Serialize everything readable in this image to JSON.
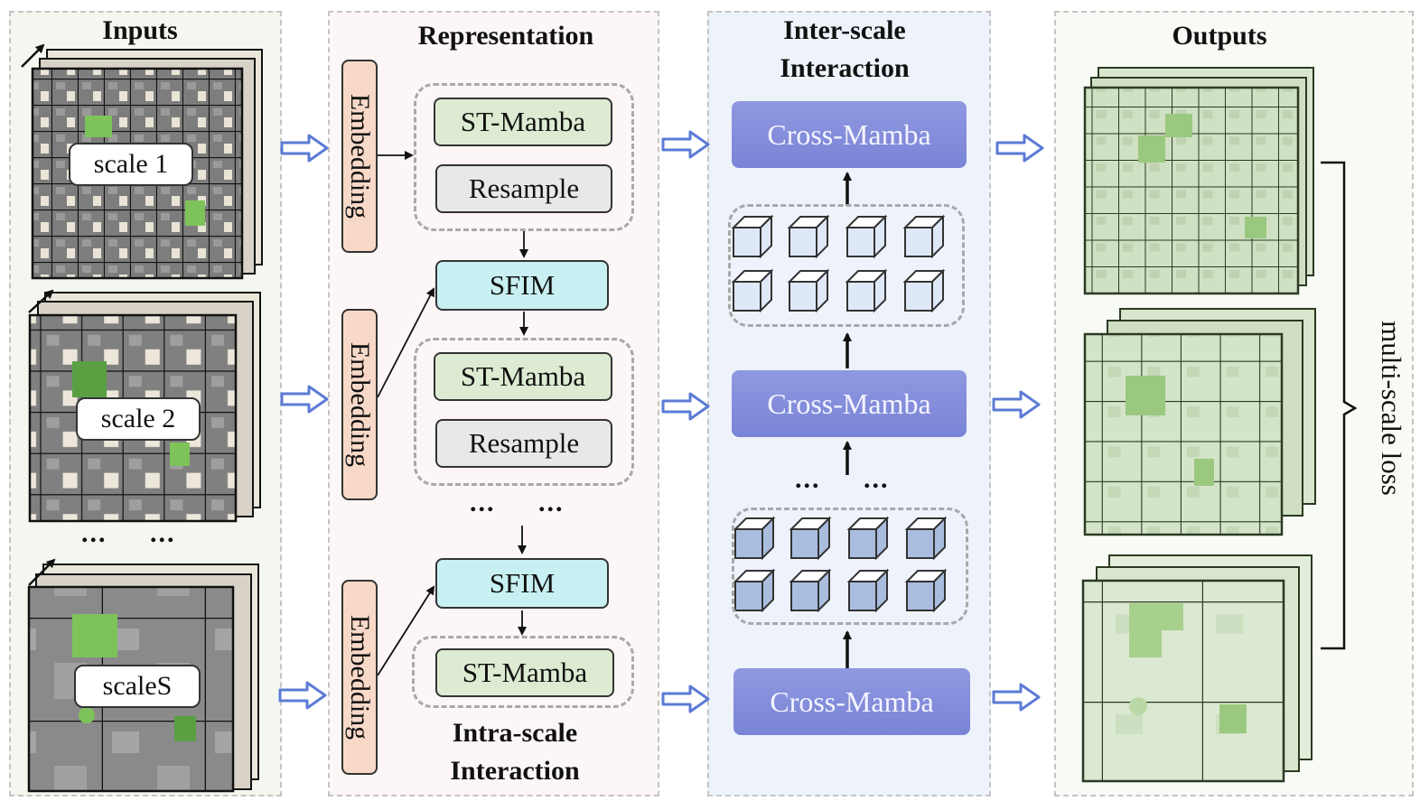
{
  "inputs": {
    "title": "Inputs",
    "scale_labels": [
      "scale 1",
      "scale 2",
      "scaleS"
    ],
    "dots": "...     ..."
  },
  "representation": {
    "title": "Representation",
    "embedding_label": "Embedding",
    "st_mamba": "ST-Mamba",
    "resample": "Resample",
    "sfim": "SFIM",
    "dots": "...     ...",
    "subtitle_line1": "Intra-scale",
    "subtitle_line2": "Interaction"
  },
  "inter_scale": {
    "title_line1": "Inter-scale",
    "title_line2": "Interaction",
    "cross_mamba": "Cross-Mamba",
    "dots": "...     ..."
  },
  "outputs": {
    "title": "Outputs",
    "loss_label": "multi-scale loss"
  },
  "colors": {
    "inputs_bg": "#f3f7ef",
    "representation_bg": "#fdf6f6",
    "inter_bg": "#eef3fb",
    "outputs_bg": "#f8fbf5",
    "st_mamba": "#dcebd2",
    "resample": "#e8e8e8",
    "sfim": "#c8f0f2",
    "embedding": "#f8d9c8",
    "cross_mamba": "#848dda"
  }
}
